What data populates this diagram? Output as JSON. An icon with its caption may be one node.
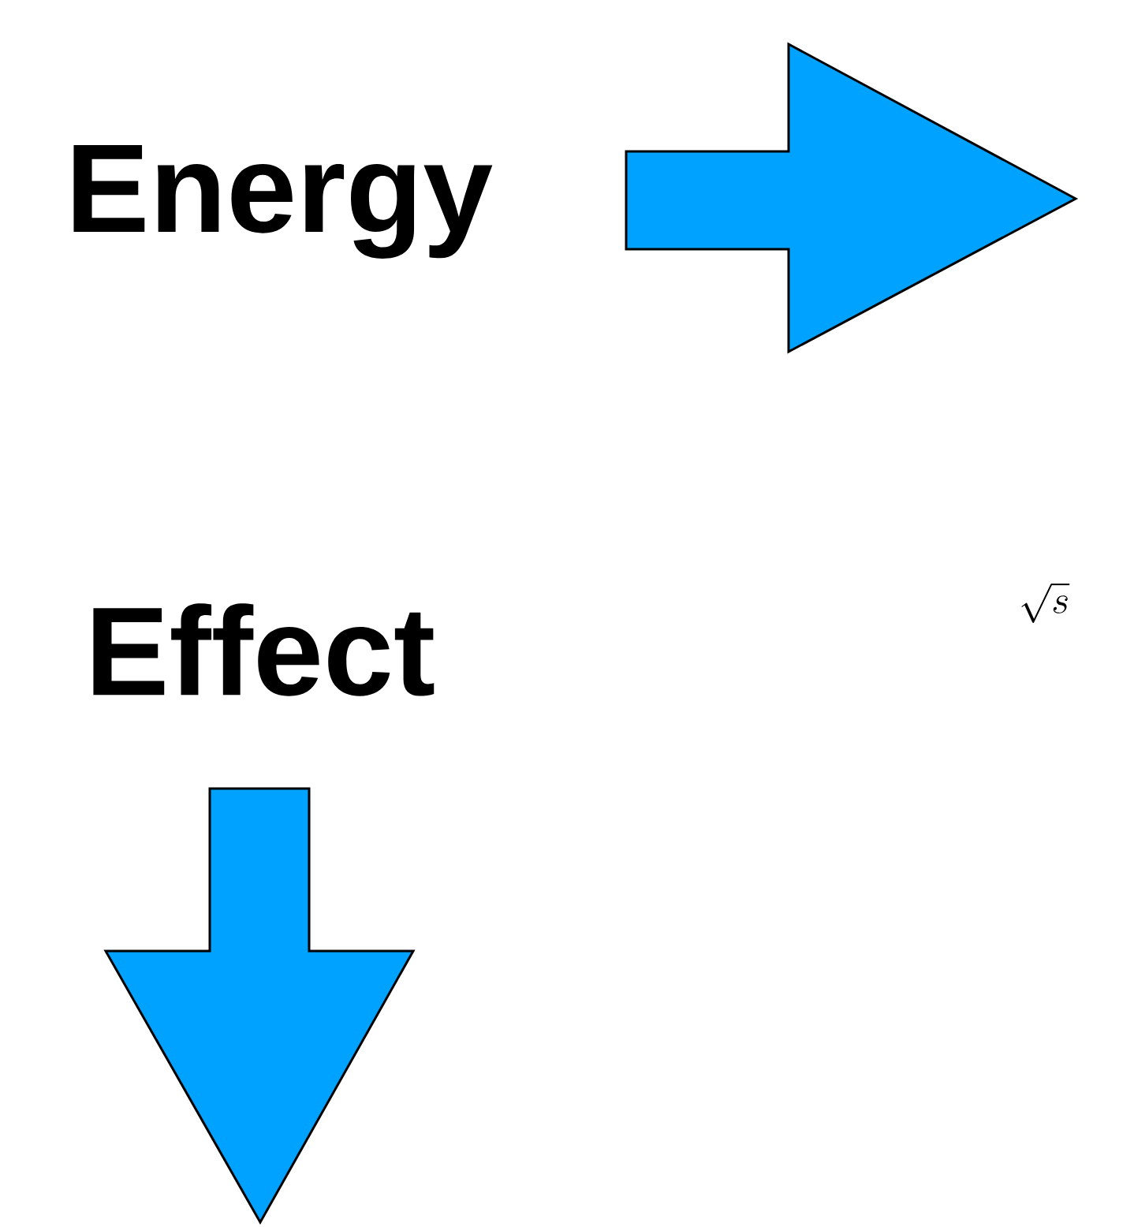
{
  "diagram": {
    "labels": [
      "Energy",
      "Effect",
      "\\sqrt{s}"
    ]
  }
}
